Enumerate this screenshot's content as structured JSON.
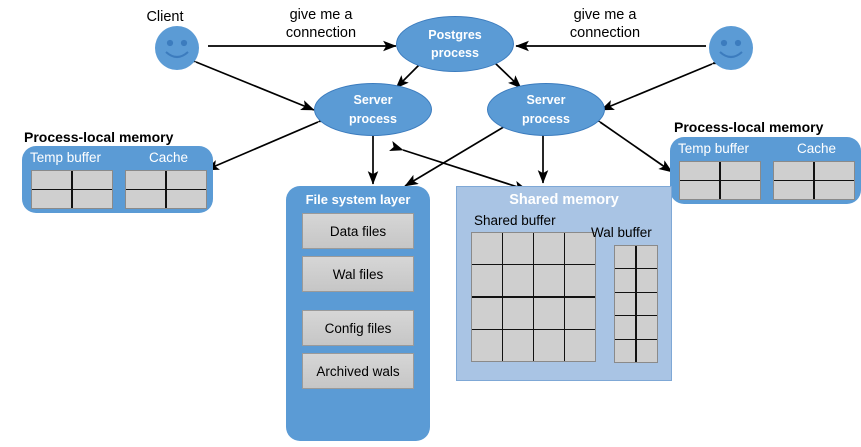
{
  "diagram": {
    "title": "PostgreSQL process and memory architecture",
    "colors": {
      "primary_blue": "#5B9BD5",
      "ellipse_border": "#3C7CBE",
      "shared_memory_blue": "#A9C4E4",
      "cell_grey": "#CFCFCF",
      "chip_grey": "#D0D0D0",
      "arrow_black": "#000000",
      "background": "#FFFFFF"
    }
  },
  "clients": [
    {
      "label": "Client",
      "name": "client-left"
    },
    {
      "label": "",
      "name": "client-right"
    }
  ],
  "messages": [
    {
      "text": "give me a\nconnection",
      "direction": "right"
    },
    {
      "text": "give me a\nconnection",
      "direction": "left"
    }
  ],
  "processes": {
    "postgres": {
      "line1": "Postgres",
      "line2": "process"
    },
    "server_left": {
      "line1": "Server",
      "line2": "process"
    },
    "server_right": {
      "line1": "Server",
      "line2": "process"
    }
  },
  "process_local_memory": [
    {
      "title": "Process-local memory",
      "buffers": [
        {
          "label": "Temp buffer",
          "rows": 2,
          "cols": 2
        },
        {
          "label": "Cache",
          "rows": 2,
          "cols": 2
        }
      ]
    },
    {
      "title": "Process-local memory",
      "buffers": [
        {
          "label": "Temp buffer",
          "rows": 2,
          "cols": 2
        },
        {
          "label": "Cache",
          "rows": 2,
          "cols": 2
        }
      ]
    }
  ],
  "file_system_layer": {
    "title": "File system layer",
    "items": [
      {
        "label": "Data files"
      },
      {
        "label": "Wal files"
      },
      {
        "label": "Config files"
      },
      {
        "label": "Archived wals"
      }
    ]
  },
  "shared_memory": {
    "title": "Shared memory",
    "buffers": [
      {
        "label": "Shared buffer",
        "rows": 4,
        "cols": 4
      },
      {
        "label": "Wal buffer",
        "rows": 5,
        "cols": 2
      }
    ]
  }
}
